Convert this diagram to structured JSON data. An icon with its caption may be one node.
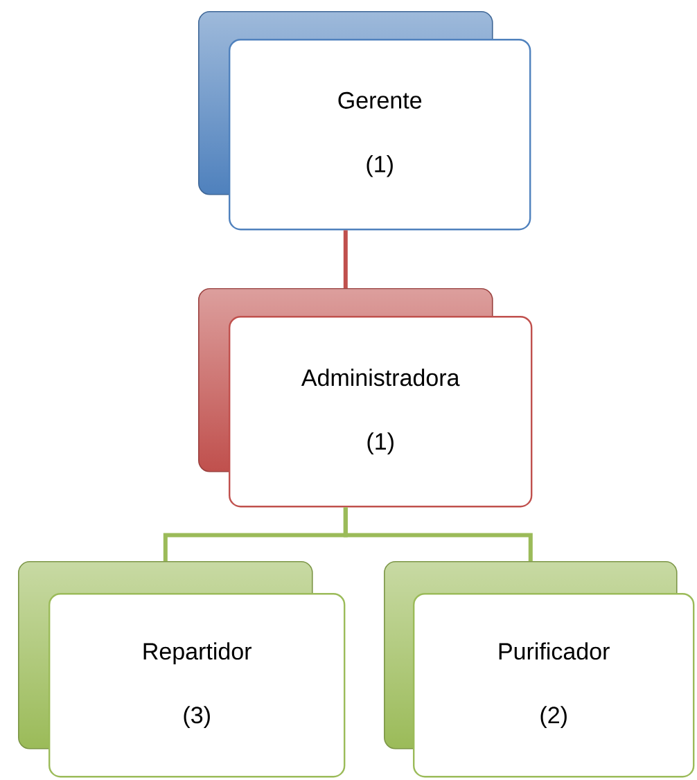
{
  "diagram": {
    "nodes": [
      {
        "text": [
          "Gerente (1)"
        ]
      },
      {
        "text": [
          "Administradora (1)"
        ]
      },
      {
        "text": [
          "Repartidor (3)"
        ]
      },
      {
        "text": [
          "Purificador (2)"
        ]
      }
    ],
    "edges": [
      {
        "from": 0,
        "to": 1,
        "arrow": "none",
        "color": "#c0504d"
      },
      {
        "from": 1,
        "to": 2,
        "arrow": "none"
      },
      {
        "from": 1,
        "to": 3,
        "arrow": "none"
      }
    ]
  }
}
